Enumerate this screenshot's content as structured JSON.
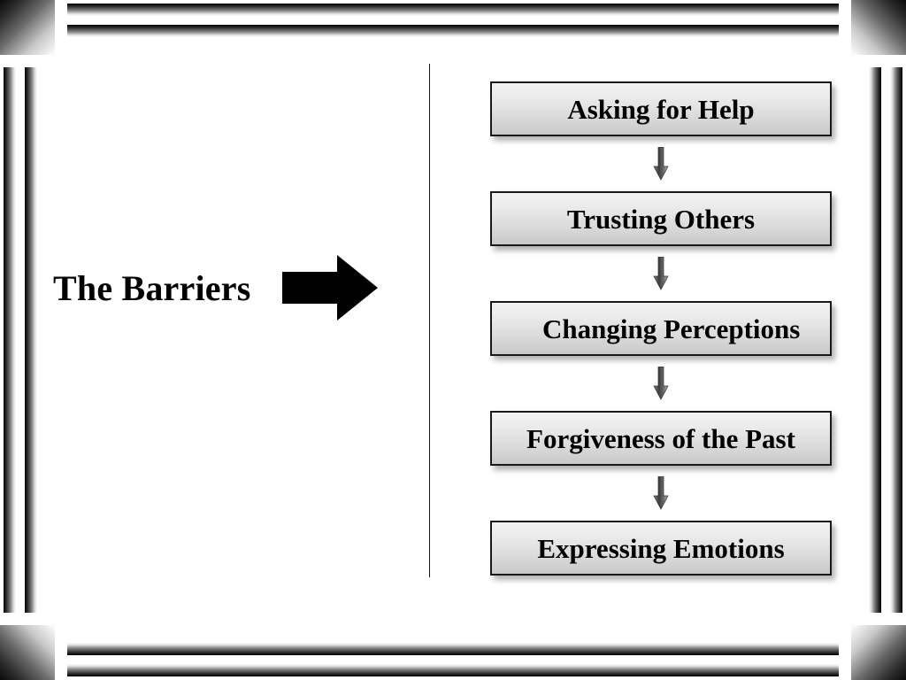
{
  "slide": {
    "title": "The Barriers",
    "arrow_icon": "right-arrow-icon",
    "divider": "vertical-divider"
  },
  "flow": {
    "connector_icon": "down-arrow-icon",
    "nodes": [
      {
        "label": "Asking for Help"
      },
      {
        "label": "Trusting Others"
      },
      {
        "label": "Changing Perceptions"
      },
      {
        "label": "Forgiveness of the Past"
      },
      {
        "label": "Expressing Emotions"
      }
    ]
  },
  "theme": {
    "background": "#ffffff",
    "text": "#000000",
    "node_border": "#1a1a1a",
    "node_fill_top": "#f2f2f2",
    "node_fill_bottom": "#c9c9c9",
    "frame_dark": "#000000",
    "frame_light": "#ffffff"
  }
}
